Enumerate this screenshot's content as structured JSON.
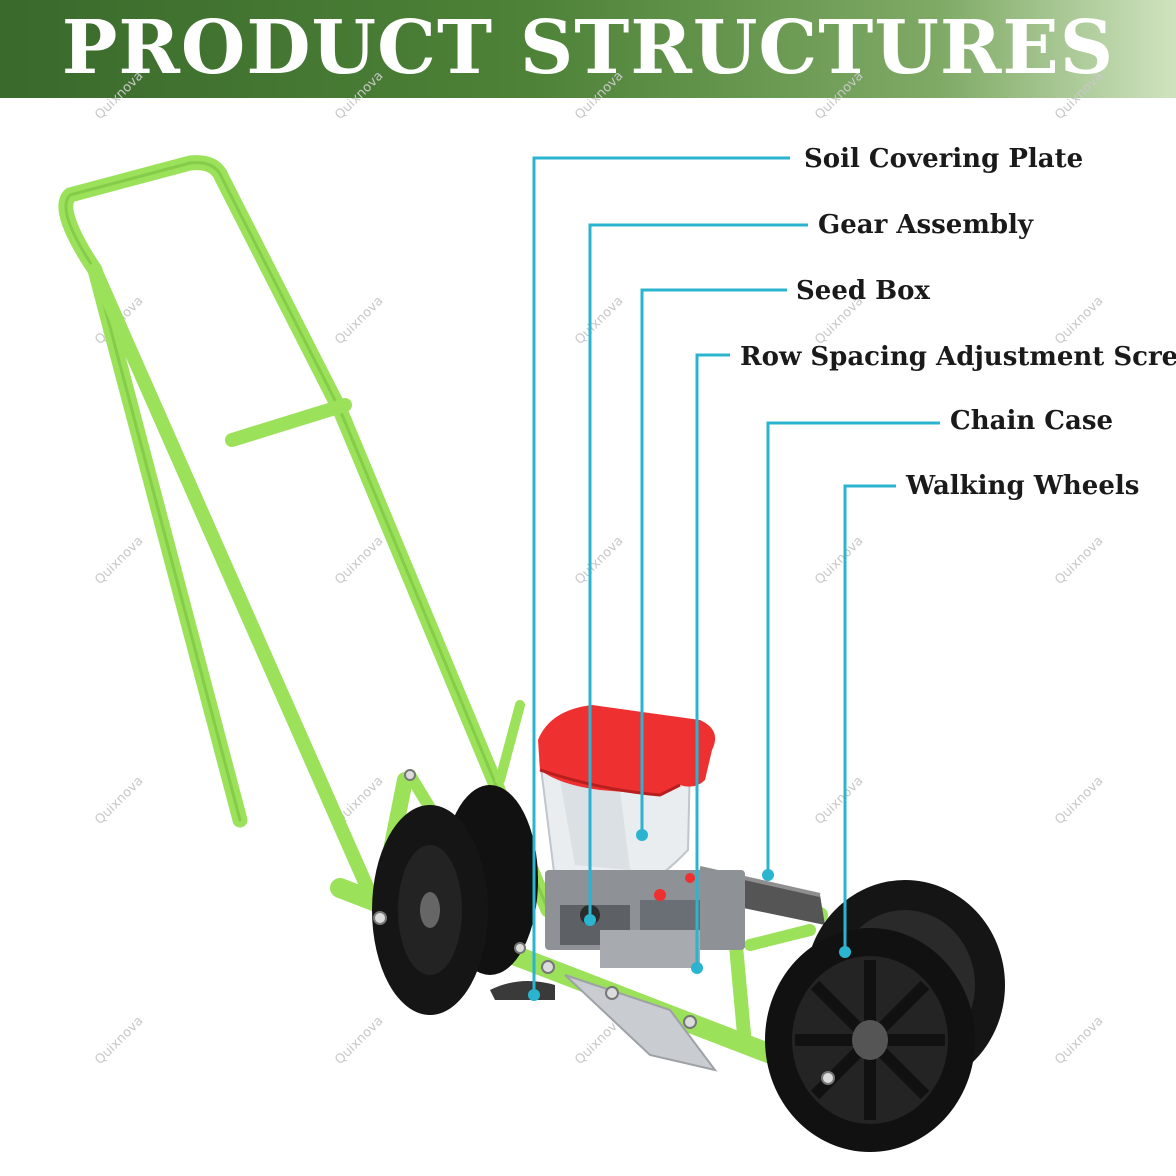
{
  "header": {
    "title": "PRODUCT STRUCTURES"
  },
  "watermark": "Quixnova",
  "colors": {
    "frame": "#9be15a",
    "leader": "#2ab4cf",
    "seedbox_lid": "#ee3030",
    "wheel": "#111111"
  },
  "labels": [
    {
      "id": "soil-covering-plate",
      "text": "Soil Covering Plate"
    },
    {
      "id": "gear-assembly",
      "text": "Gear Assembly"
    },
    {
      "id": "seed-box",
      "text": "Seed Box"
    },
    {
      "id": "row-spacing-adjustment-screw",
      "text": "Row Spacing Adjustment Screw"
    },
    {
      "id": "chain-case",
      "text": "Chain Case"
    },
    {
      "id": "walking-wheels",
      "text": "Walking Wheels"
    }
  ]
}
